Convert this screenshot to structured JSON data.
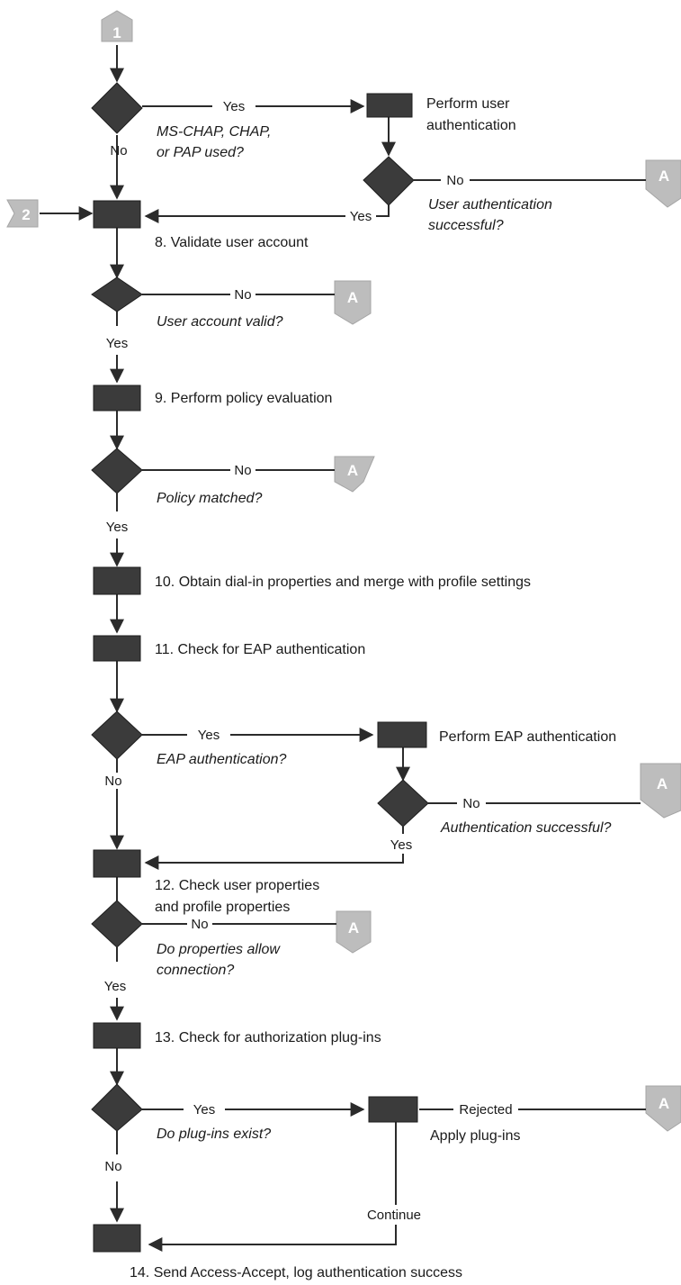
{
  "connectors": {
    "start": "1",
    "entry": "2",
    "reject": "A"
  },
  "edges": {
    "yes": "Yes",
    "no": "No",
    "rejected": "Rejected",
    "continue": "Continue"
  },
  "decisions": {
    "d1_line1": "MS-CHAP, CHAP,",
    "d1_line2": "or PAP used?",
    "d2_line1": "User authentication",
    "d2_line2": "successful?",
    "d3": "User account valid?",
    "d4": "Policy matched?",
    "d5": "EAP authentication?",
    "d6": "Authentication successful?",
    "d7_line1": "Do properties allow",
    "d7_line2": "connection?",
    "d8": "Do plug-ins exist?"
  },
  "steps": {
    "user_auth_line1": "Perform user",
    "user_auth_line2": "authentication",
    "s8": "8. Validate user account",
    "s9": "9. Perform policy evaluation",
    "s10": "10. Obtain dial-in properties and merge with profile settings",
    "s11": "11. Check for EAP authentication",
    "eap_auth": "Perform EAP authentication",
    "s12_line1": "12. Check user properties",
    "s12_line2": "and profile properties",
    "s13": "13. Check for authorization plug-ins",
    "apply_plugins": "Apply plug-ins",
    "s14": "14. Send Access-Accept, log authentication success"
  }
}
